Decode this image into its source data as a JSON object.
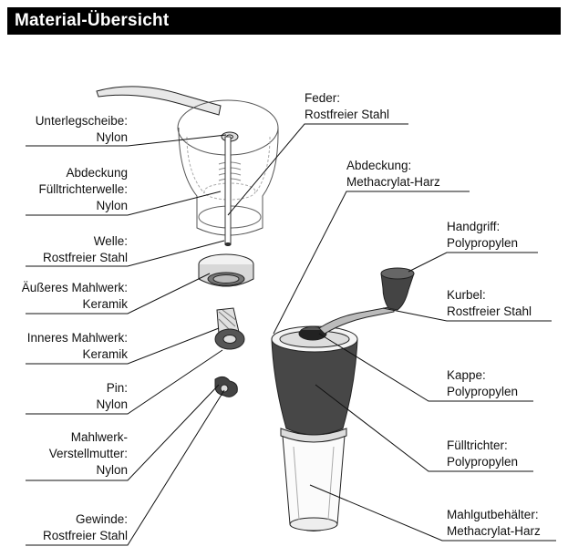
{
  "title": "Material-Übersicht",
  "labels": {
    "unterlegscheibe": {
      "part": "Unterlegscheibe:",
      "material": "Nylon"
    },
    "abdeckung_welle": {
      "part1": "Abdeckung",
      "part2": "Fülltrichterwelle:",
      "material": "Nylon"
    },
    "welle": {
      "part": "Welle:",
      "material": "Rostfreier Stahl"
    },
    "aeusseres": {
      "part": "Äußeres Mahlwerk:",
      "material": "Keramik"
    },
    "inneres": {
      "part": "Inneres Mahlwerk:",
      "material": "Keramik"
    },
    "pin": {
      "part": "Pin:",
      "material": "Nylon"
    },
    "mutter": {
      "part1": "Mahlwerk-",
      "part2": "Verstellmutter:",
      "material": "Nylon"
    },
    "gewinde": {
      "part": "Gewinde:",
      "material": "Rostfreier Stahl"
    },
    "feder": {
      "part": "Feder:",
      "material": "Rostfreier Stahl"
    },
    "abdeckung": {
      "part": "Abdeckung:",
      "material": "Methacrylat-Harz"
    },
    "handgriff": {
      "part": "Handgriff:",
      "material": "Polypropylen"
    },
    "kurbel": {
      "part": "Kurbel:",
      "material": "Rostfreier Stahl"
    },
    "kappe": {
      "part": "Kappe:",
      "material": "Polypropylen"
    },
    "fuelltrichter": {
      "part": "Fülltrichter:",
      "material": "Polypropylen"
    },
    "behaelter": {
      "part": "Mahlgutbehälter:",
      "material": "Methacrylat-Harz"
    }
  }
}
